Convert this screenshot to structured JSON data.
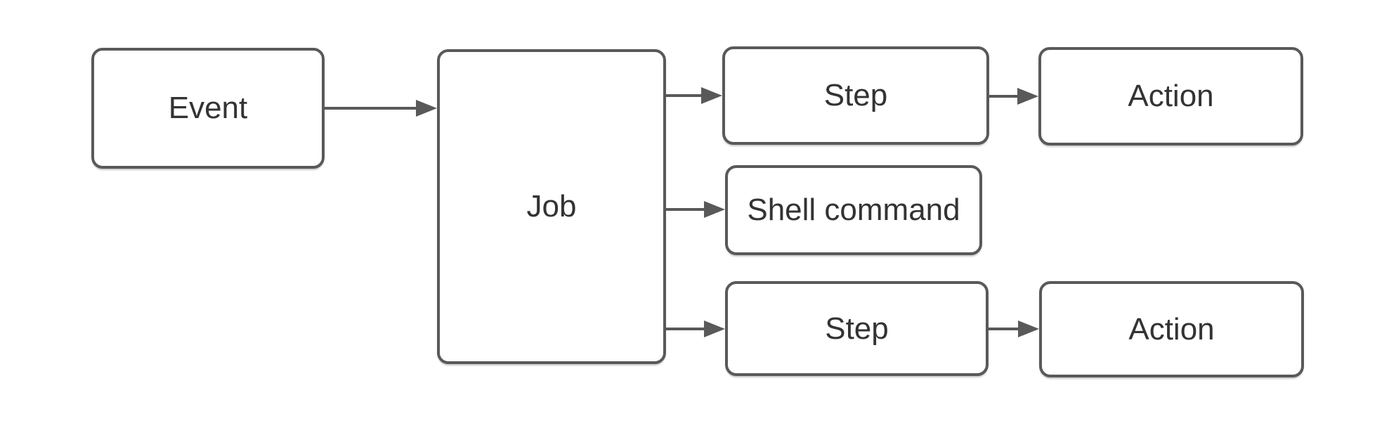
{
  "colors": {
    "background": "#ffffff",
    "box_fill": "#ffffff",
    "box_border": "#595959",
    "arrow": "#595959",
    "text": "#333333"
  },
  "diagram": {
    "type": "flowchart",
    "nodes": [
      {
        "id": "event",
        "label": "Event"
      },
      {
        "id": "job",
        "label": "Job"
      },
      {
        "id": "step-top",
        "label": "Step"
      },
      {
        "id": "action-top",
        "label": "Action"
      },
      {
        "id": "shell-command",
        "label": "Shell command"
      },
      {
        "id": "step-bottom",
        "label": "Step"
      },
      {
        "id": "action-bottom",
        "label": "Action"
      }
    ],
    "edges": [
      {
        "from": "event",
        "to": "job"
      },
      {
        "from": "job",
        "to": "step-top"
      },
      {
        "from": "job",
        "to": "shell-command"
      },
      {
        "from": "job",
        "to": "step-bottom"
      },
      {
        "from": "step-top",
        "to": "action-top"
      },
      {
        "from": "step-bottom",
        "to": "action-bottom"
      }
    ]
  }
}
